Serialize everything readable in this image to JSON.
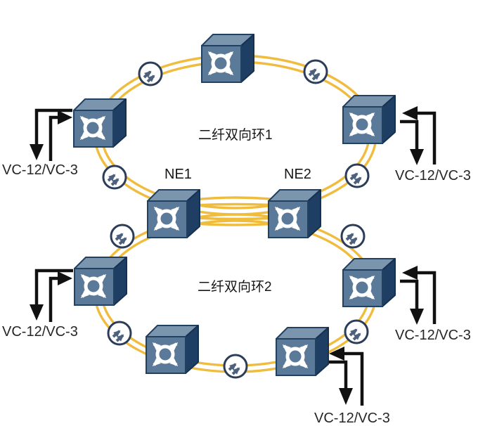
{
  "diagram_type": "sdh-two-fiber-bidirectional-rings",
  "rings": [
    {
      "name": "ring-1",
      "label": "二纤双向环1"
    },
    {
      "name": "ring-2",
      "label": "二纤双向环2"
    }
  ],
  "nodes": [
    {
      "name": "ne1",
      "label": "NE1"
    },
    {
      "name": "ne2",
      "label": "NE2"
    }
  ],
  "tributaries": [
    {
      "position": "ring1-left",
      "label": "VC-12/VC-3"
    },
    {
      "position": "ring1-right",
      "label": "VC-12/VC-3"
    },
    {
      "position": "ring2-left",
      "label": "VC-12/VC-3"
    },
    {
      "position": "ring2-right",
      "label": "VC-12/VC-3"
    },
    {
      "position": "ring2-bottom-right",
      "label": "VC-12/VC-3"
    }
  ],
  "icons": {
    "network_element": "cross-connect-node-icon",
    "repeater": "regenerator-arrows-icon"
  },
  "colors": {
    "background": "#FFFFFF",
    "fiber": "#F0BC3E",
    "cube_top": "#7C95AF",
    "cube_front": "#5B7999",
    "cube_side": "#1F3E63",
    "cube_outline": "#22405F",
    "glyph": "#FFFFFF",
    "repeater_ring": "#2B3D59",
    "repeater_arrow": "#4D617E",
    "tributary_arrow": "#111111",
    "text": "#1F1F1F"
  }
}
